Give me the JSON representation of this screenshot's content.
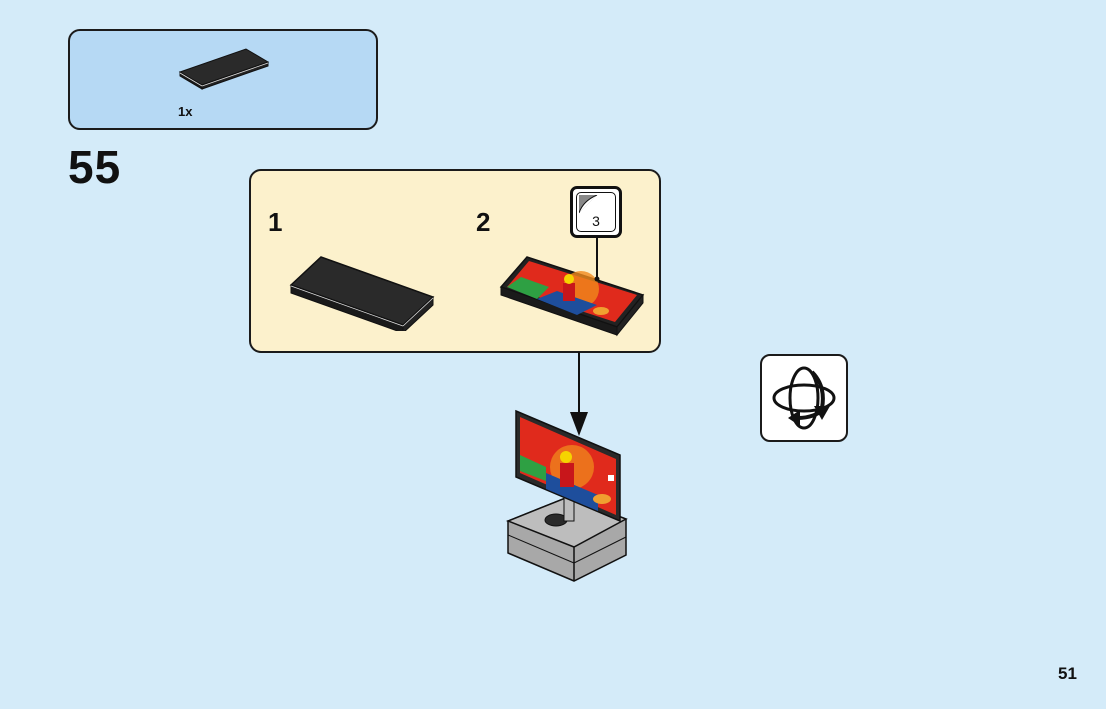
{
  "parts_list": {
    "items": [
      {
        "part": "black-2x4-tile",
        "quantity": "1x",
        "color": "#2a2a2a"
      }
    ]
  },
  "step": {
    "number": "55",
    "sub_steps": [
      {
        "label": "1",
        "part": "black-2x4-tile"
      },
      {
        "label": "2",
        "part": "printed-sticker-tile",
        "sticker_number": "3"
      }
    ]
  },
  "rotate_indicator": {
    "icon": "rotate-model-icon"
  },
  "page": {
    "number": "51"
  },
  "colors": {
    "page_background": "#d4ebf9",
    "parts_box": "#b6d9f4",
    "sub_step_box": "#fcf1cc",
    "sticker_red": "#e02a1c",
    "sticker_orange": "#f08a1c"
  }
}
